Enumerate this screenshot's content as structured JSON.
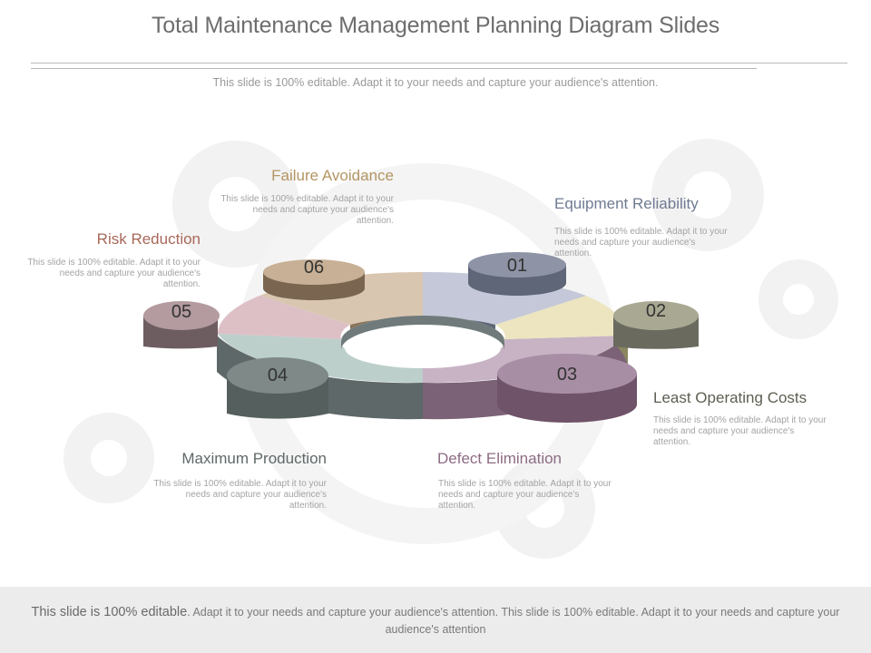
{
  "title": "Total Maintenance Management Planning Diagram Slides",
  "subtitle": "This slide is 100% editable. Adapt it to your needs and capture your audience's attention.",
  "segments": [
    {
      "num": "01",
      "heading": "Equipment  Reliability",
      "desc": "This slide is 100% editable. Adapt it to your needs and capture your audience's attention.",
      "color": "#6f7b92"
    },
    {
      "num": "02",
      "heading": "Least Operating Costs",
      "desc": "This slide is 100% editable. Adapt it to your needs and capture your audience's attention.",
      "color": "#5e5d52"
    },
    {
      "num": "03",
      "heading": "Defect Elimination",
      "desc": "This slide is 100% editable. Adapt it to your needs and capture your audience's attention.",
      "color": "#8c6c84"
    },
    {
      "num": "04",
      "heading": "Maximum  Production",
      "desc": "This slide is 100% editable. Adapt it to your needs and capture your audience's attention.",
      "color": "#5f6868"
    },
    {
      "num": "05",
      "heading": "Risk Reduction",
      "desc": "This slide is 100% editable. Adapt it to your needs and capture your audience's attention.",
      "color": "#a8685a"
    },
    {
      "num": "06",
      "heading": "Failure Avoidance",
      "desc": "This slide is 100% editable. Adapt it to your needs and capture your audience's attention.",
      "color": "#b39563"
    }
  ],
  "footer": {
    "lead": "This slide is 100% editable",
    "rest": ". Adapt it to your needs and capture your audience's attention. This slide is 100% editable. Adapt it to your needs and capture your audience's attention"
  }
}
